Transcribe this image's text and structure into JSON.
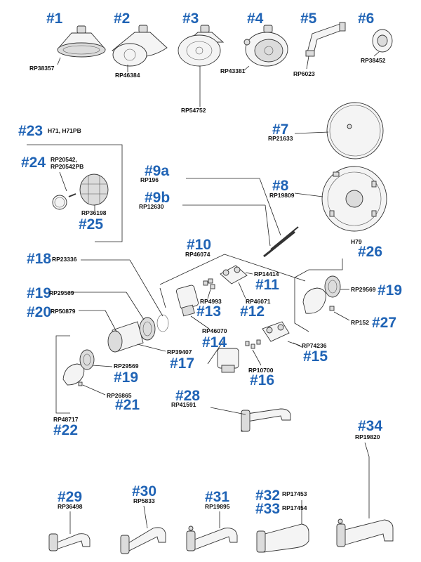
{
  "colors": {
    "callout": "#1f63b5",
    "code": "#111111",
    "line": "#222222"
  },
  "items": [
    {
      "id": "n1",
      "num": "#1",
      "code": "RP38357"
    },
    {
      "id": "n2",
      "num": "#2",
      "code": "RP46384"
    },
    {
      "id": "n3",
      "num": "#3",
      "code": "RP54752"
    },
    {
      "id": "n4",
      "num": "#4",
      "code": "RP43381"
    },
    {
      "id": "n5",
      "num": "#5",
      "code": "RP6023"
    },
    {
      "id": "n6",
      "num": "#6",
      "code": "RP38452"
    },
    {
      "id": "n7",
      "num": "#7",
      "code": "RP21633"
    },
    {
      "id": "n8",
      "num": "#8",
      "code": "RP19809"
    },
    {
      "id": "n9a",
      "num": "#9a",
      "code": "RP196"
    },
    {
      "id": "n9b",
      "num": "#9b",
      "code": "RP12630"
    },
    {
      "id": "n10",
      "num": "#10",
      "code": "RP46074"
    },
    {
      "id": "n11",
      "num": "#11",
      "code": "RP14414"
    },
    {
      "id": "n12",
      "num": "#12",
      "code": "RP46071"
    },
    {
      "id": "n13",
      "num": "#13",
      "code": "RP4993"
    },
    {
      "id": "n14",
      "num": "#14",
      "code": "RP46070"
    },
    {
      "id": "n15",
      "num": "#15",
      "code": "RP74236"
    },
    {
      "id": "n16",
      "num": "#16",
      "code": "RP10700"
    },
    {
      "id": "n17",
      "num": "#17",
      "code": "RP39407"
    },
    {
      "id": "n18",
      "num": "#18",
      "code": "RP23336"
    },
    {
      "id": "n19a",
      "num": "#19",
      "code": "RP29569"
    },
    {
      "id": "n19b",
      "num": "#19",
      "code": "RP29569"
    },
    {
      "id": "n19c",
      "num": "#19",
      "code": "RP29569"
    },
    {
      "id": "n20",
      "num": "#20",
      "code": "RP50879"
    },
    {
      "id": "n21",
      "num": "#21",
      "code": "RP26865"
    },
    {
      "id": "n22",
      "num": "#22",
      "code": "RP48717"
    },
    {
      "id": "n23",
      "num": "#23",
      "code": "H71, H71PB"
    },
    {
      "id": "n24",
      "num": "#24",
      "code": "RP20542,",
      "code2": "RP20542PB"
    },
    {
      "id": "n25",
      "num": "#25",
      "code": "RP36198"
    },
    {
      "id": "n26",
      "num": "#26",
      "code": "H79"
    },
    {
      "id": "n27",
      "num": "#27",
      "code": "RP152"
    },
    {
      "id": "n28",
      "num": "#28",
      "code": "RP41591"
    },
    {
      "id": "n29",
      "num": "#29",
      "code": "RP36498"
    },
    {
      "id": "n30",
      "num": "#30",
      "code": "RP5833"
    },
    {
      "id": "n31",
      "num": "#31",
      "code": "RP19895"
    },
    {
      "id": "n32",
      "num": "#32",
      "code": "RP17453"
    },
    {
      "id": "n33",
      "num": "#33",
      "code": "RP17454"
    },
    {
      "id": "n34",
      "num": "#34",
      "code": "RP19820"
    }
  ]
}
